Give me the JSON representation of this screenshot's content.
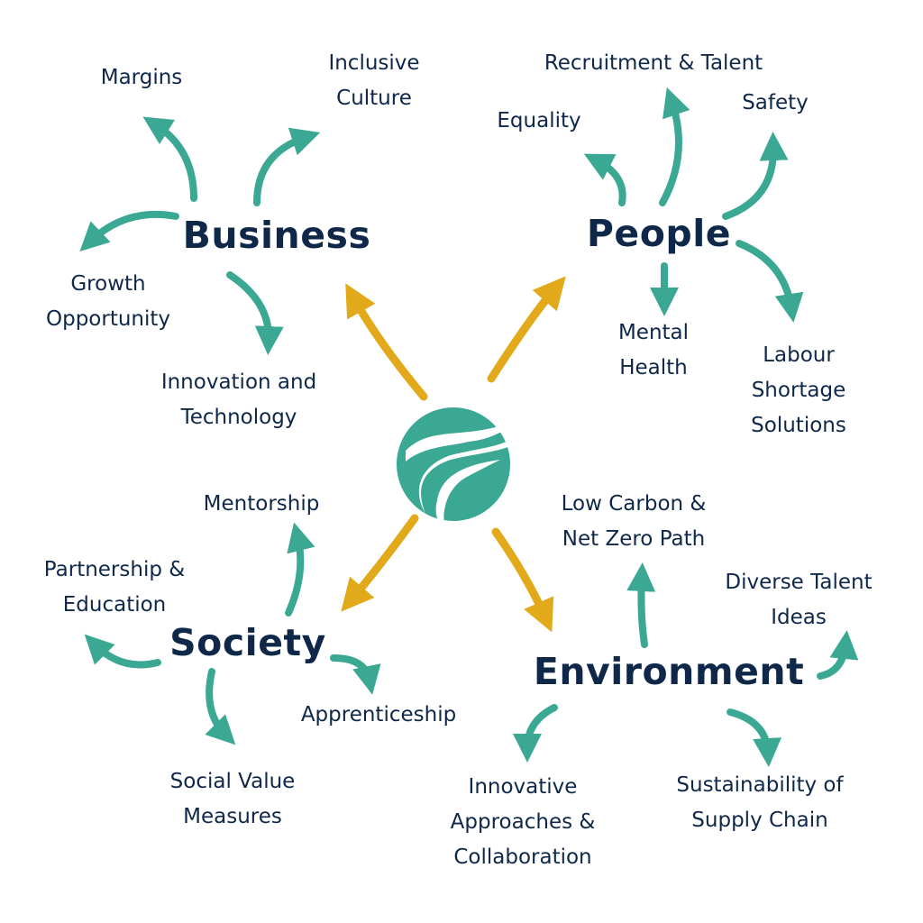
{
  "colors": {
    "navy": "#0f2849",
    "teal": "#3ba893",
    "gold": "#e2aa1b"
  },
  "logo": {
    "icon": "globe-swoosh-logo"
  },
  "hubs": {
    "business": "Business",
    "people": "People",
    "society": "Society",
    "environment": "Environment"
  },
  "business": {
    "margins": "Margins",
    "inclusive": [
      "Inclusive",
      "Culture"
    ],
    "growth": [
      "Growth",
      "Opportunity"
    ],
    "innovation": [
      "Innovation and",
      "Technology"
    ]
  },
  "people": {
    "recruitment": "Recruitment & Talent",
    "safety": "Safety",
    "equality": "Equality",
    "mental": [
      "Mental",
      "Health"
    ],
    "labour": [
      "Labour",
      "Shortage",
      "Solutions"
    ]
  },
  "society": {
    "mentorship": "Mentorship",
    "partnership": [
      "Partnership &",
      "Education"
    ],
    "apprenticeship": "Apprenticeship",
    "social": [
      "Social Value",
      "Measures"
    ]
  },
  "environment": {
    "lowcarbon": [
      "Low Carbon &",
      "Net Zero Path"
    ],
    "diverse": [
      "Diverse Talent",
      "Ideas"
    ],
    "innovative": [
      "Innovative",
      "Approaches &",
      "Collaboration"
    ],
    "sustainability": [
      "Sustainability of",
      "Supply Chain"
    ]
  }
}
